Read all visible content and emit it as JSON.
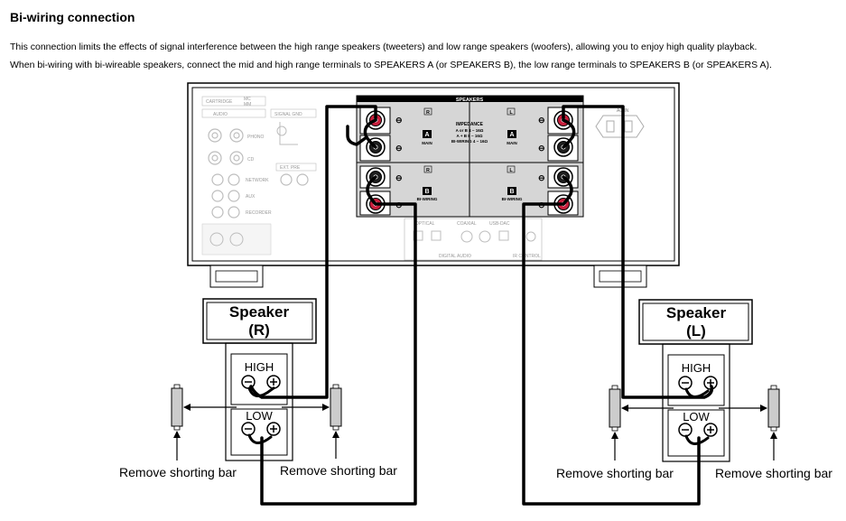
{
  "heading": "Bi-wiring connection",
  "paragraphs": [
    "This connection limits the effects of signal interference between the high range speakers (tweeters) and low range speakers (woofers), allowing you to enjoy high quality playback.",
    "When bi-wiring with bi-wireable speakers, connect the mid and high range terminals to SPEAKERS A (or SPEAKERS B), the low range terminals to SPEAKERS B (or SPEAKERS A)."
  ],
  "amplifier": {
    "speakers_header": "SPEAKERS",
    "cartridge": "CARTRIDGE",
    "mc": "MC",
    "mm": "MM",
    "audio": "AUDIO",
    "signal_gnd": "SIGNAL GND",
    "phono": "PHONO",
    "cd": "CD",
    "network": "NETWORK",
    "aux": "AUX",
    "recorder": "RECORDER",
    "ext_pre": "EXT. PRE",
    "channel_r": "R",
    "channel_l": "L",
    "impedance_title": "IMPEDANCE",
    "impedance_lines": [
      "A or B   4 ~ 16Ω",
      "A + B   8 ~ 16Ω",
      "BI-WIRING  4 ~ 16Ω"
    ],
    "bank_a": "A",
    "bank_b": "B",
    "main": "MAIN",
    "bi_wiring": "BI-WIRING",
    "optical": "OPTICAL",
    "coaxial": "COAXIAL",
    "usb_dac": "USB-DAC",
    "digital_audio": "DIGITAL AUDIO",
    "ir_control": "IR CONTROL",
    "ac_in": "AC IN",
    "plus": "⊕",
    "minus": "⊖"
  },
  "speaker_right": {
    "title": "Speaker",
    "channel": "(R)",
    "high": "HIGH",
    "low": "LOW"
  },
  "speaker_left": {
    "title": "Speaker",
    "channel": "(L)",
    "high": "HIGH",
    "low": "LOW"
  },
  "remove_shorting_bar": "Remove shorting bar"
}
